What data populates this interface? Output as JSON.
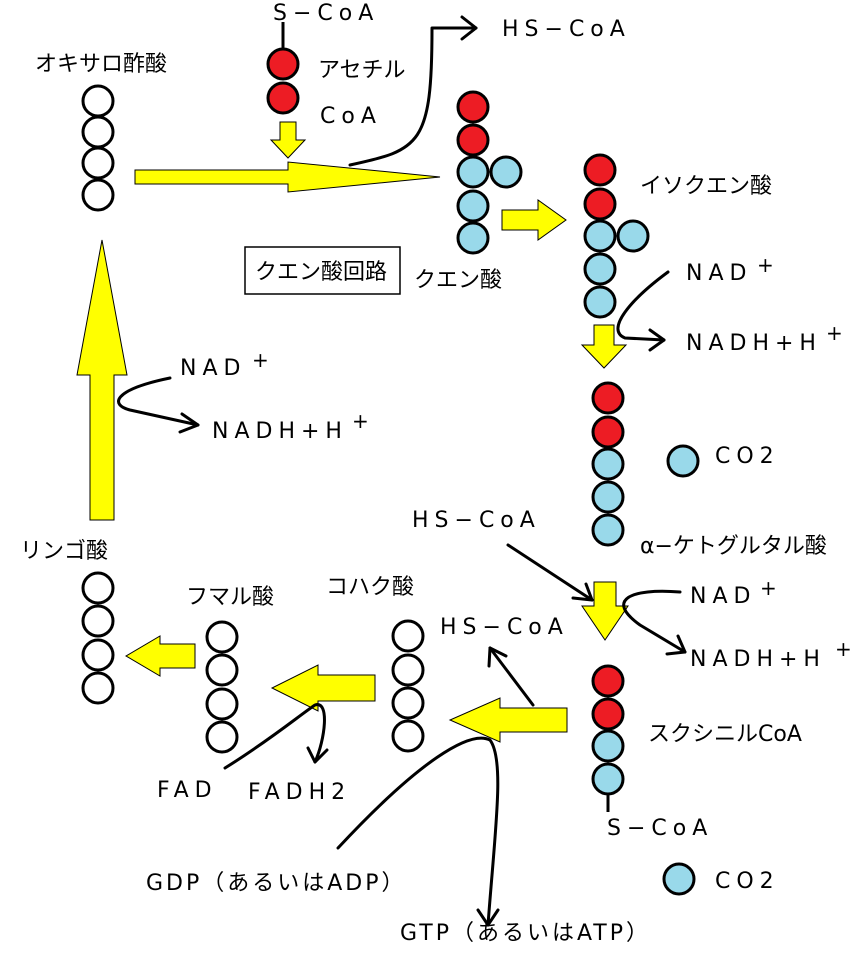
{
  "title_box": "クエン酸回路",
  "compounds": {
    "oxaloacetate": "オキサロ酢酸",
    "acetyl_coa_1": "アセチル",
    "acetyl_coa_2": "CoA",
    "acetyl_tail": "S−CoA",
    "citrate": "クエン酸",
    "isocitrate": "イソクエン酸",
    "alpha_kg": "α−ケトグルタル酸",
    "succinyl_coa": "スクシニルCoA",
    "succinyl_tail": "S−CoA",
    "succinate": "コハク酸",
    "fumarate": "フマル酸",
    "malate": "リンゴ酸"
  },
  "cofactors": {
    "hscoa_top": "HS−CoA",
    "nad_iso": "NAD",
    "nadh_iso": "NADH+H",
    "co2_1": "CO2",
    "hscoa_mid": "HS−CoA",
    "nad_akg": "NAD",
    "nadh_akg": "NADH+H",
    "hscoa_succ": "HS−CoA",
    "co2_2": "CO2",
    "gdp": "GDP（あるいはADP）",
    "gtp": "GTP（あるいはATP）",
    "fad": "FAD",
    "fadh2": "FADH2",
    "nad_mal": "NAD",
    "nadh_mal": "NADH+H",
    "plus": "+"
  },
  "colors": {
    "red_carbon": "#ed1c24",
    "blue_carbon": "#99d9ea",
    "arrow_yellow": "#ffff00"
  }
}
